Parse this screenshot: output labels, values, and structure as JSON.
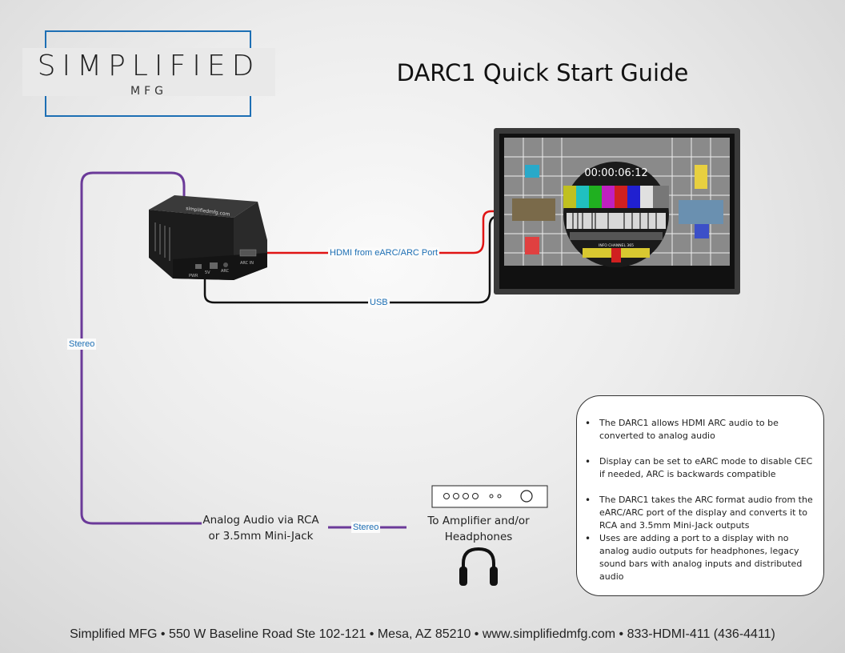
{
  "logo": {
    "main": "SIMPLIFIED",
    "sub": "MFG",
    "frame_color": "#1d6fb4"
  },
  "title": "DARC1 Quick Start Guide",
  "connections": {
    "hdmi": {
      "label": "HDMI from eARC/ARC Port",
      "color": "#e01414"
    },
    "usb": {
      "label": "USB",
      "color": "#111111"
    },
    "stereo_vertical": {
      "label": "Stereo",
      "color": "#6b3a99"
    },
    "stereo_horizontal": {
      "label": "Stereo",
      "color": "#6b3a99"
    }
  },
  "device": {
    "front_labels": [
      "PWR",
      "5V",
      "ARC",
      "ARC IN"
    ]
  },
  "tv": {
    "timecode": "00:00:06:12",
    "channel_text": "INFO CHANNEL 365"
  },
  "captions": {
    "analog_line1": "Analog Audio via RCA",
    "analog_line2": "or 3.5mm Mini-Jack",
    "amp_line1": "To Amplifier and/or",
    "amp_line2": "Headphones"
  },
  "info": [
    "The DARC1 allows HDMI ARC audio to be converted to analog audio",
    "Display can be set to eARC mode to disable CEC if needed, ARC is backwards compatible",
    "The DARC1 takes the ARC format audio from the eARC/ARC port of the display and converts it to RCA and 3.5mm Mini-Jack outputs",
    "Uses are adding a port to a display with no analog audio outputs for headphones, legacy sound bars with analog inputs and distributed audio"
  ],
  "footer": "Simplified MFG • 550 W Baseline Road Ste 102-121 • Mesa, AZ 85210 • www.simplifiedmfg.com • 833-HDMI-411 (436-4411)"
}
